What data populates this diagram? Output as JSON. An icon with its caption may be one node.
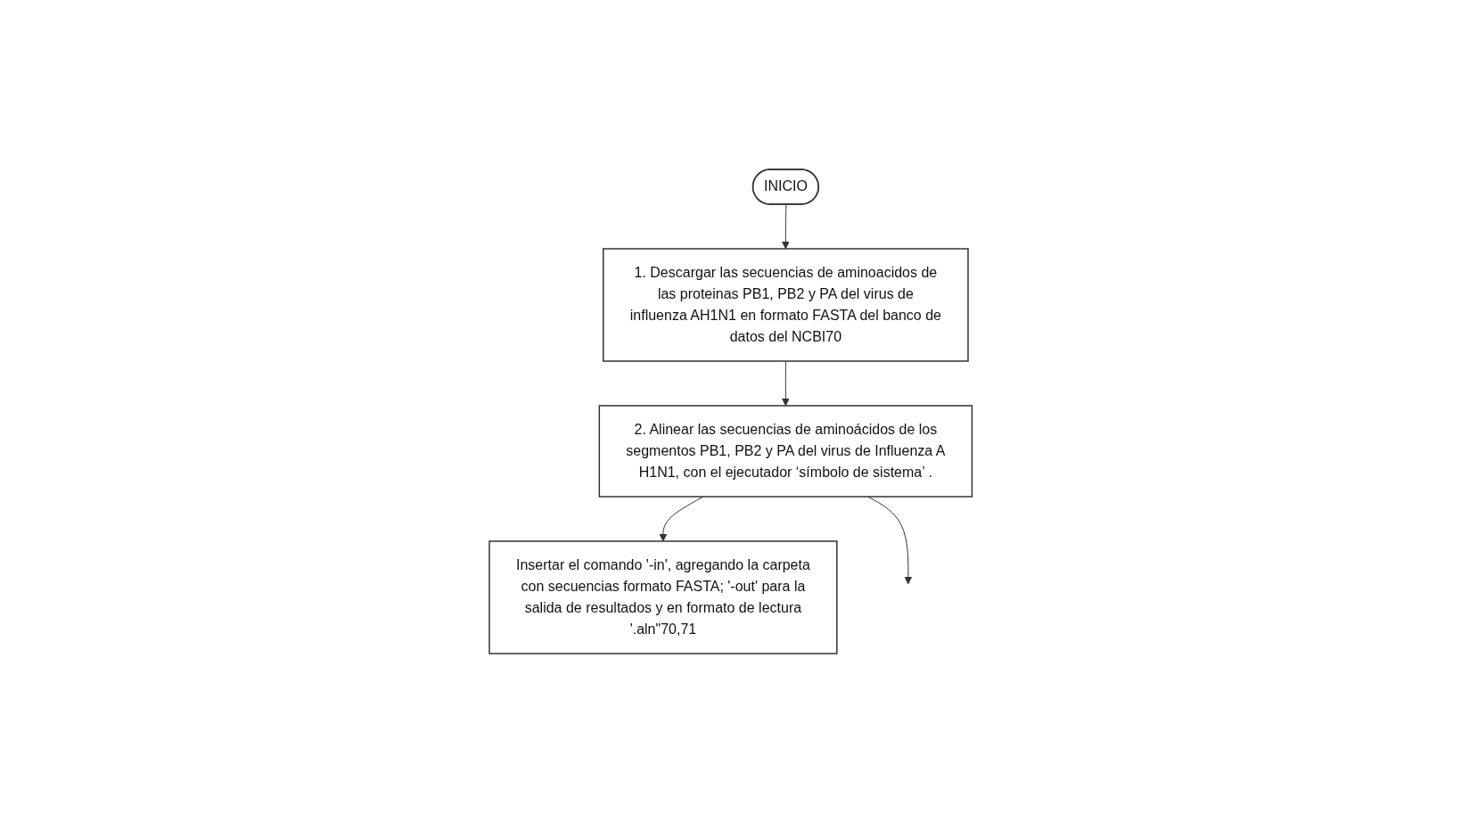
{
  "diagram": {
    "nodes": [
      {
        "text": [
          "INICIO"
        ]
      },
      {
        "text": [
          "1. Descargar las secuencias de aminoacidos de las proteinas PB1, PB2 y PA del virus de influenza AH1N1 en formato FASTA del banco de datos del NCBI70"
        ]
      },
      {
        "text": [
          "2. Alinear las secuencias de aminoácidos de los segmentos PB1, PB2 y PA del virus de Influenza A H1N1, con el ejecutador ‘símbolo de sistema’ ."
        ]
      },
      {
        "text": [
          "Insertar el comando '-in', agregando la carpeta con secuencias formato FASTA; '-out' para la salida de resultados y en formato de lectura '.aln\"70,71"
        ]
      }
    ],
    "edges": [
      {
        "from": 0,
        "to": 1,
        "arrow": "to"
      },
      {
        "from": 1,
        "to": 2,
        "arrow": "to"
      },
      {
        "from": 2,
        "to": 3,
        "arrow": "to"
      },
      {
        "from": 2,
        "to": null,
        "arrow": "to"
      }
    ]
  }
}
